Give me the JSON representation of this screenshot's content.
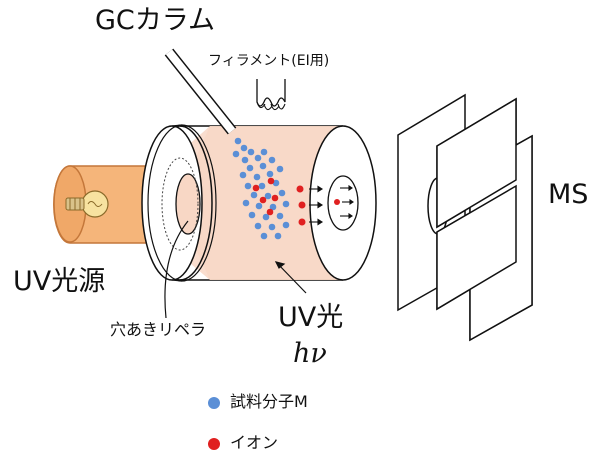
{
  "labels": {
    "gc_column": "GCカラム",
    "filament": "フィラメント(EI用)",
    "ms": "MS",
    "uv_source": "UV光源",
    "repeller": "穴あきリペラ",
    "uv_light": "UV光",
    "hv": "hν"
  },
  "legend": {
    "molecule": "試料分子M",
    "ion": "イオン"
  },
  "colors": {
    "molecule": "#5b8fd6",
    "ion": "#e02020",
    "beam": "#f6d3bf",
    "lamp": "#f0a868",
    "bulb": "#f4d98a"
  },
  "icons": [
    "light-bulb-icon",
    "filament-coil-icon",
    "arrow-icon"
  ]
}
